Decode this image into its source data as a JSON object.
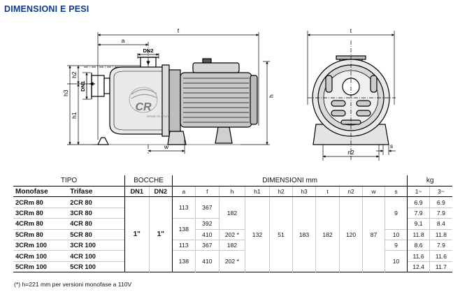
{
  "title": "DIMENSIONI E PESI",
  "drawing_labels": {
    "a": "a",
    "f": "f",
    "t": "t",
    "dn2": "DN2",
    "dn1": "DN1",
    "h": "h",
    "h1": "h1",
    "h2": "h2",
    "h3": "h3",
    "w": "w",
    "n2": "n2",
    "s": "s",
    "logo": "CR",
    "made_in": "MADE IN ITALY"
  },
  "table": {
    "groups": {
      "tipo": "TIPO",
      "bocche": "BOCCHE",
      "dimensioni": "DIMENSIONI mm",
      "kg": "kg"
    },
    "headers": {
      "monofase": "Monofase",
      "trifase": "Trifase",
      "dn1": "DN1",
      "dn2": "DN2",
      "a": "a",
      "f": "f",
      "h": "h",
      "h1": "h1",
      "h2": "h2",
      "h3": "h3",
      "t": "t",
      "n2": "n2",
      "w": "w",
      "s": "s",
      "mono": "1~",
      "tri": "3~"
    },
    "rows": [
      {
        "mono": "2CRm 80",
        "tri": "2CR 80",
        "kg1": "6.9",
        "kg3": "6.9"
      },
      {
        "mono": "3CRm 80",
        "tri": "3CR 80",
        "kg1": "7.9",
        "kg3": "7.9"
      },
      {
        "mono": "4CRm 80",
        "tri": "4CR 80",
        "kg1": "9.1",
        "kg3": "8.4"
      },
      {
        "mono": "5CRm 80",
        "tri": "5CR 80",
        "kg1": "11.8",
        "kg3": "11.8"
      },
      {
        "mono": "3CRm 100",
        "tri": "3CR 100",
        "kg1": "8.6",
        "kg3": "7.9"
      },
      {
        "mono": "4CRm 100",
        "tri": "4CR 100",
        "kg1": "11.6",
        "kg3": "11.6"
      },
      {
        "mono": "5CRm 100",
        "tri": "5CR 100",
        "kg1": "12.4",
        "kg3": "11.7"
      }
    ],
    "merged": {
      "dn1": "1\"",
      "dn2": "1\"",
      "a_g1": "113",
      "a_g2": "138",
      "a_g3": "113",
      "a_g4": "138",
      "f_r1": "367",
      "f_r3": "392",
      "f_r4": "410",
      "f_r5": "367",
      "f_g6": "410",
      "h_g1": "182",
      "h_r4": "202 *",
      "h_r5": "182",
      "h_g6": "202 *",
      "h1": "132",
      "h2": "51",
      "h3": "183",
      "t": "182",
      "n2": "120",
      "w": "87",
      "s_g1": "9",
      "s_r4": "10",
      "s_r5": "9",
      "s_g6": "10"
    }
  },
  "footnote": "(*) h=221 mm per versioni monofase a 110V"
}
